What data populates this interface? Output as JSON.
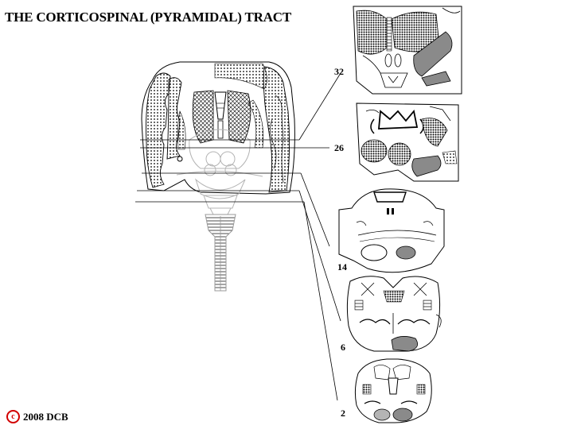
{
  "title": "THE CORTICOSPINAL (PYRAMIDAL) TRACT",
  "copyright": {
    "symbol": "c",
    "text": "2008  DCB"
  },
  "levels": [
    "32",
    "26",
    "14",
    "6",
    "2"
  ],
  "colors": {
    "tract": "#8a8a8a",
    "line": "#000000",
    "faint": "#b4b4b4",
    "copyright": "#d20000"
  }
}
